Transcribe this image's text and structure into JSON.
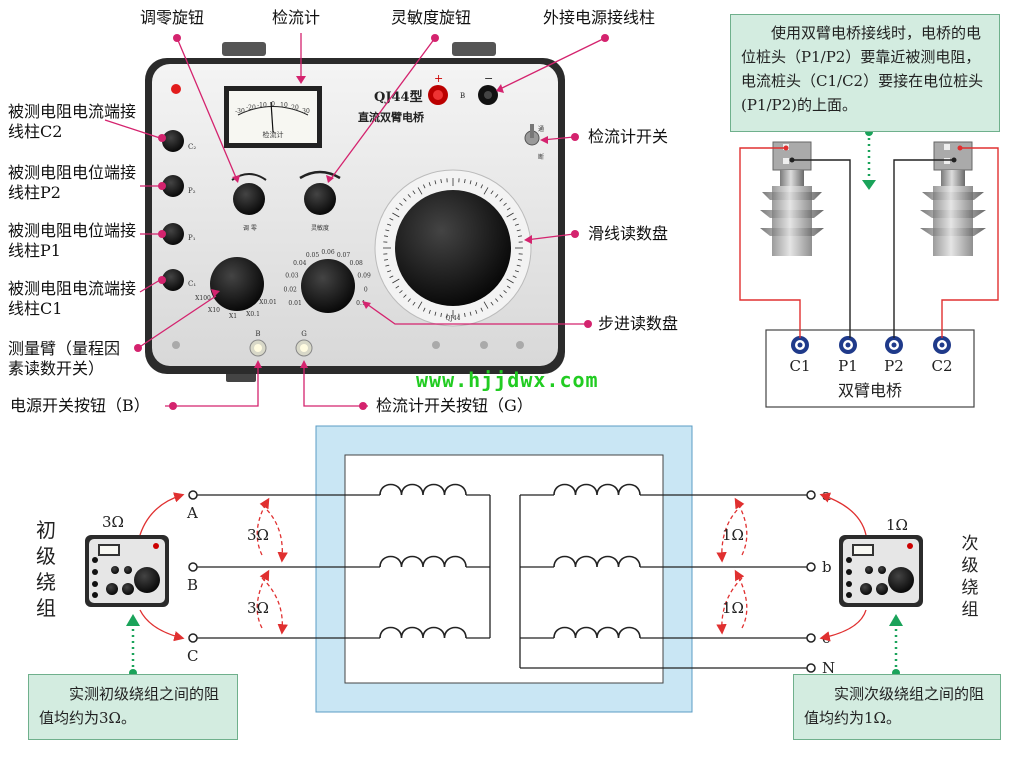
{
  "top_labels": {
    "zero_knob": "调零旋钮",
    "galvanometer": "检流计",
    "sensitivity_knob": "灵敏度旋钮",
    "ext_power_terminal": "外接电源接线柱"
  },
  "left_labels": {
    "c2": "被测电阻电流端接线柱C2",
    "p2": "被测电阻电位端接线柱P2",
    "p1": "被测电阻电位端接线柱P1",
    "c1": "被测电阻电流端接线柱C1",
    "arm": "测量臂（量程因素读数开关）"
  },
  "right_labels": {
    "galv_switch": "检流计开关",
    "slide_dial": "滑线读数盘",
    "step_dial": "步进读数盘"
  },
  "bottom_labels": {
    "power_button": "电源开关按钮（B）",
    "galv_button": "检流计开关按钮（G）"
  },
  "instrument": {
    "model": "QJ44型",
    "name": "直流双臂电桥",
    "meter_label": "检流计",
    "terminal_c2": "C₂",
    "terminal_p2": "P₂",
    "terminal_p1": "P₁",
    "terminal_c1": "C₁",
    "btn_b": "B",
    "btn_g": "G",
    "knob_zero": "调 零",
    "knob_sens": "灵敏度",
    "switch_label": "通\n断",
    "slide_brand": "QJ44"
  },
  "arm_multipliers": [
    "X100",
    "X10",
    "X1",
    "X0.1",
    "X0.01"
  ],
  "step_dial_values": [
    "0.01",
    "0.02",
    "0.03",
    "0.04",
    "0.05",
    "0.06",
    "0.07",
    "0.08",
    "0.09",
    "0",
    "0.1"
  ],
  "meter_scale": [
    "-30",
    "-20",
    "-10",
    "0",
    "10",
    "20",
    "30"
  ],
  "watermark": "www.hjjdwx.com",
  "note_top": "使用双臂电桥接线时，电桥的电位桩头（P1/P2）要靠近被测电阻，电流桩头（C1/C2）要接在电位桩头(P1/P2)的上面。",
  "bridge": {
    "title": "双臂电桥",
    "terminals": [
      "C1",
      "P1",
      "P2",
      "C2"
    ]
  },
  "transformer": {
    "primary_label": "初级绕组",
    "secondary_label": "次级绕组",
    "primary_terminals": [
      "A",
      "B",
      "C"
    ],
    "secondary_terminals": [
      "a",
      "b",
      "c",
      "N"
    ],
    "primary_resistance": "3Ω",
    "secondary_resistance": "1Ω"
  },
  "note_bottom_left": "实测初级绕组之间的阻值均约为3Ω。",
  "note_bottom_right": "实测次级绕组之间的阻值均约为1Ω。",
  "colors": {
    "annotation_pink": "#d4236e",
    "red_wire": "#e03030",
    "note_fill": "#d3ece0",
    "note_border": "#6fb08c",
    "core_blue": "#c9e6f4",
    "watermark_green": "#22cc22"
  }
}
